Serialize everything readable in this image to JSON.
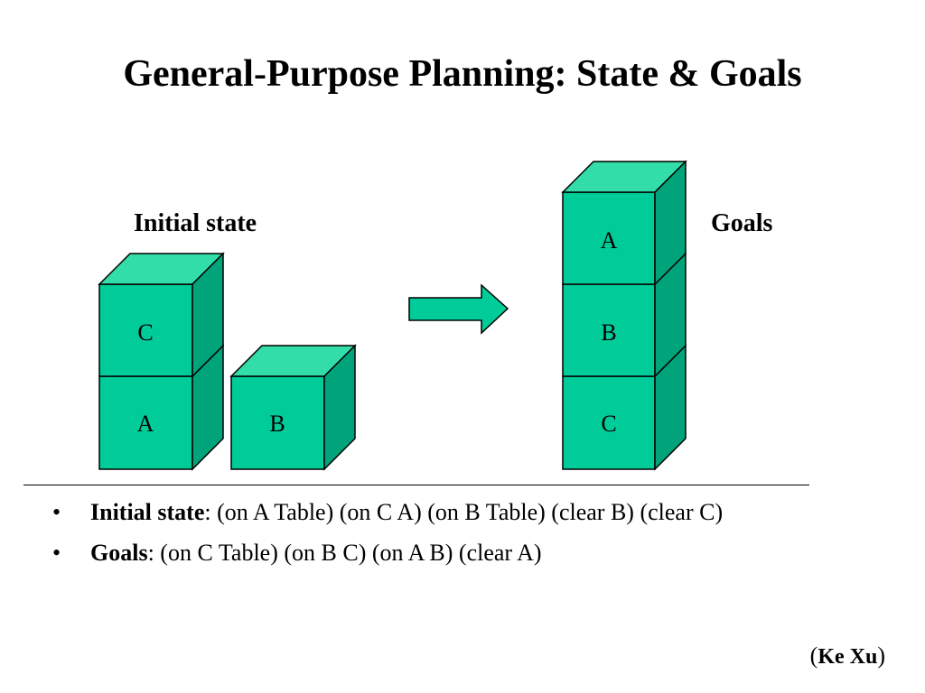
{
  "slide": {
    "title": "General-Purpose Planning: State & Goals"
  },
  "diagram": {
    "initial_label": "Initial state",
    "goals_label": "Goals",
    "initial_blocks": {
      "stack_bottom": "A",
      "stack_top": "C",
      "single": "B"
    },
    "goal_blocks": {
      "top": "A",
      "middle": "B",
      "bottom": "C"
    },
    "colors": {
      "front": "#00CC99",
      "top": "#33DDAA",
      "side": "#00A37A",
      "stroke": "#000000"
    }
  },
  "bullets": [
    {
      "term": "Initial state",
      "text": ": (on A Table) (on C A) (on B Table) (clear B) (clear C)"
    },
    {
      "term": "Goals",
      "text": ": (on C Table) (on B C) (on A B) (clear A)"
    }
  ],
  "credit": {
    "open": "(",
    "name": "Ke Xu",
    "close": ")"
  }
}
